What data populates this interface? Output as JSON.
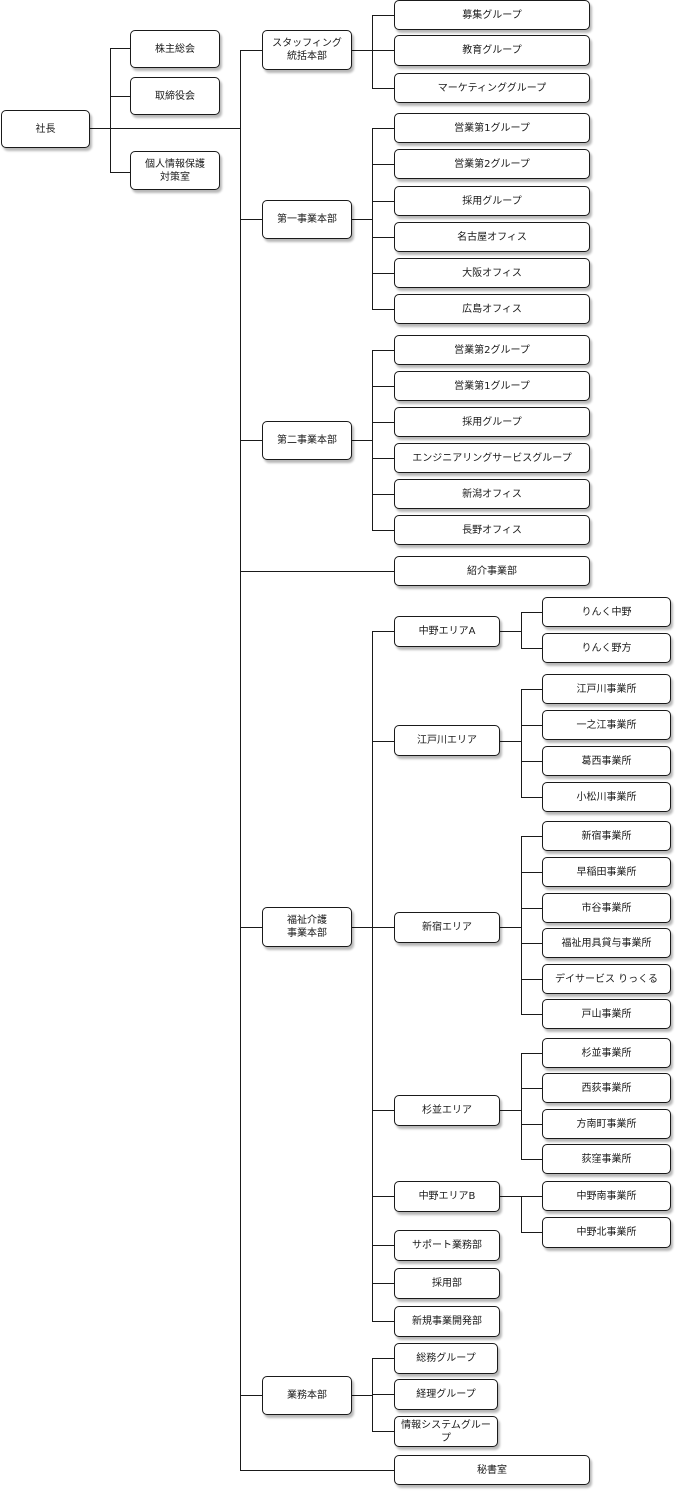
{
  "org": {
    "president": "社長",
    "shareholders": "株主総会",
    "board": "取締役会",
    "privacy": "個人情報保護\n対策室",
    "staffing": {
      "label": "スタッフィング\n統括本部",
      "groups": [
        "募集グループ",
        "教育グループ",
        "マーケティンググループ"
      ]
    },
    "div1": {
      "label": "第一事業本部",
      "groups": [
        "営業第1グループ",
        "営業第2グループ",
        "採用グループ",
        "名古屋オフィス",
        "大阪オフィス",
        "広島オフィス"
      ]
    },
    "div2": {
      "label": "第二事業本部",
      "groups": [
        "営業第2グループ",
        "営業第1グループ",
        "採用グループ",
        "エンジニアリングサービスグループ",
        "新潟オフィス",
        "長野オフィス"
      ]
    },
    "referral": "紹介事業部",
    "welfare": {
      "label": "福祉介護\n事業本部",
      "nakanoA": {
        "label": "中野エリアA",
        "sites": [
          "りんく中野",
          "りんく野方"
        ]
      },
      "edogawa": {
        "label": "江戸川エリア",
        "sites": [
          "江戸川事業所",
          "一之江事業所",
          "葛西事業所",
          "小松川事業所"
        ]
      },
      "shinjuku": {
        "label": "新宿エリア",
        "sites": [
          "新宿事業所",
          "早稲田事業所",
          "市谷事業所",
          "福祉用具貸与事業所",
          "デイサービス りっくる",
          "戸山事業所"
        ]
      },
      "suginami": {
        "label": "杉並エリア",
        "sites": [
          "杉並事業所",
          "西荻事業所",
          "方南町事業所",
          "荻窪事業所"
        ]
      },
      "nakanoB": {
        "label": "中野エリアB",
        "sites": [
          "中野南事業所",
          "中野北事業所"
        ]
      },
      "support": "サポート業務部",
      "recruit": "採用部",
      "newbiz": "新規事業開発部"
    },
    "admin": {
      "label": "業務本部",
      "groups": [
        "総務グループ",
        "経理グループ",
        "情報システムグループ"
      ]
    },
    "secretary": "秘書室"
  }
}
